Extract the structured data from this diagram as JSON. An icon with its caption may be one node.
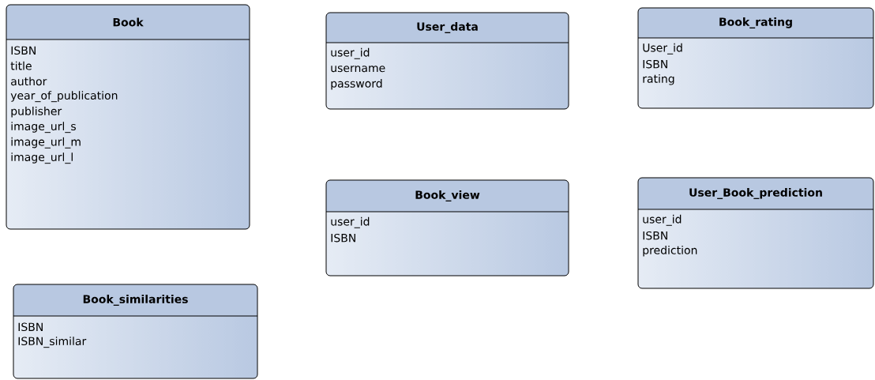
{
  "diagram": {
    "nodes": [
      {
        "text": [
          "Book",
          "ISBN",
          "title",
          "author",
          "year_of_publication",
          "publisher",
          "image_url_s",
          "image_url_m",
          "image_url_l"
        ]
      },
      {
        "text": [
          "User_data",
          "user_id",
          "username",
          "password"
        ]
      },
      {
        "text": [
          "Book_rating",
          "User_id",
          "ISBN",
          "rating"
        ]
      },
      {
        "text": [
          "Book_view",
          "user_id",
          "ISBN"
        ]
      },
      {
        "text": [
          "User_Book_prediction",
          "user_id",
          "ISBN",
          "prediction"
        ]
      },
      {
        "text": [
          "Book_similarities",
          "ISBN",
          "ISBN_similar"
        ]
      }
    ]
  }
}
